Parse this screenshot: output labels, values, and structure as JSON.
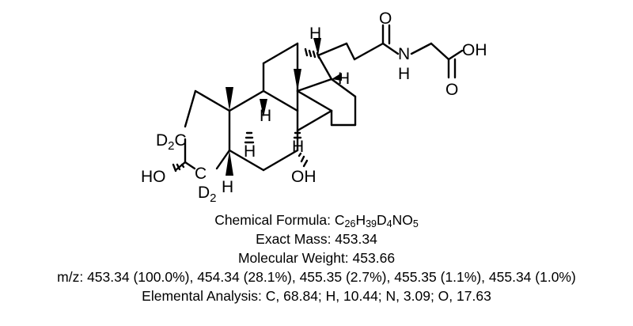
{
  "molecule": {
    "atom_labels": {
      "h_chain": "H",
      "h_c17": "H",
      "carbonyl_o": "O",
      "n_amide": "N",
      "h_amide": "H",
      "oh_acid": "OH",
      "o_acid_carbonyl": "O",
      "d2_upper_prefix": "D",
      "d2_upper_sub": "2",
      "d2_upper_c": "C",
      "ho_c3": "HO",
      "c4": "C",
      "d2_lower_prefix": "D",
      "d2_lower_sub": "2",
      "h_c5": "H",
      "oh_c7": "OH",
      "h_c9": "H",
      "h_c8": "H",
      "h_c14": "H"
    }
  },
  "info": {
    "formula_label": "Chemical Formula: ",
    "formula_parts": [
      {
        "el": "C",
        "n": "26"
      },
      {
        "el": "H",
        "n": "39"
      },
      {
        "el": "D",
        "n": "4"
      },
      {
        "el": "NO",
        "n": "5"
      }
    ],
    "exact_mass": "Exact Mass: 453.34",
    "molecular_weight": "Molecular Weight: 453.66",
    "mz": "m/z: 453.34 (100.0%), 454.34 (28.1%), 455.35 (2.7%), 455.35 (1.1%), 455.34 (1.0%)",
    "elemental_analysis": "Elemental Analysis: C, 68.84; H, 10.44; N, 3.09; O, 17.63"
  }
}
